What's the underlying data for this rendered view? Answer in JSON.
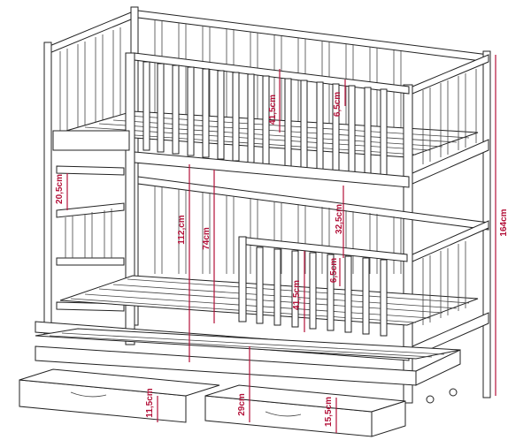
{
  "diagram": {
    "dimensions": {
      "total_height": "164cm",
      "bed_height": "112,cm",
      "ladder_step": "20,5cm",
      "rail_top": "41,5cm",
      "rail_top_gap": "6,5cm",
      "between_beds": "32,5cm",
      "upper_underside": "74cm",
      "rail_bottom": "41,5cm",
      "rail_bottom_gap": "6,5cm",
      "trundle_height": "29cm",
      "drawer_height": "11,5cm",
      "drawer_front": "15,5cm"
    },
    "colors": {
      "dimension": "#b3123a",
      "outline": "#222222",
      "background": "#ffffff"
    }
  }
}
